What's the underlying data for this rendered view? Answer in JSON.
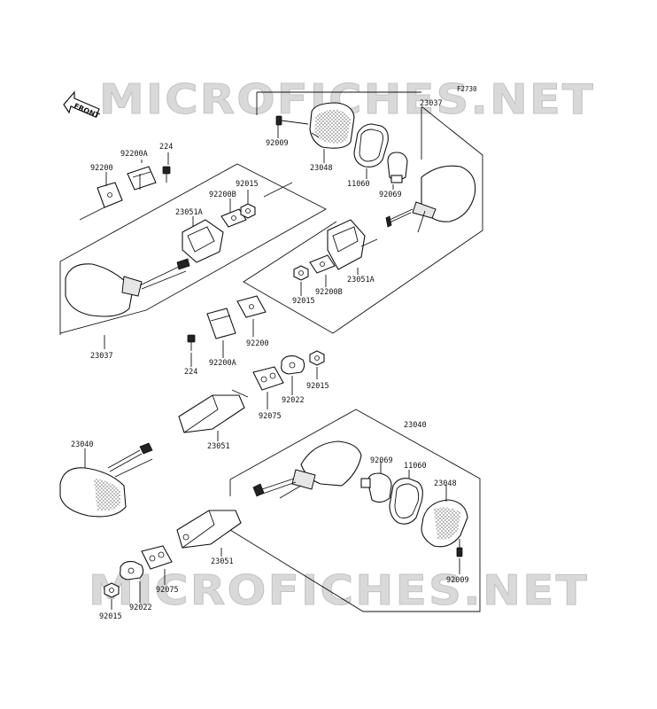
{
  "watermark": {
    "top": "MICROFICHES.NET",
    "bottom": "MICROFICHES.NET"
  },
  "diagram_code": "F2730",
  "front_label": "FRONT",
  "parts": {
    "p23037_upper": "23037",
    "p92009_upper": "92009",
    "p23048_upper": "23048",
    "p11060_upper": "11060",
    "p92069_upper": "92069",
    "p23051A_upper": "23051A",
    "p92015_upper": "92015",
    "p92200B_upper": "92200B",
    "p92200A_left": "92200A",
    "p224_left": "224",
    "p92200_left": "92200",
    "p23051A_left": "23051A",
    "p92200B_left": "92200B",
    "p92015_left": "92015",
    "p23037_left": "23037",
    "p92200_mid": "92200",
    "p224_mid": "224",
    "p92200A_mid": "92200A",
    "p92015_mid": "92015",
    "p92022_mid": "92022",
    "p92075_mid": "92075",
    "p23051_mid": "23051",
    "p23040_left": "23040",
    "p23040_right": "23040",
    "p92069_lower": "92069",
    "p11060_lower": "11060",
    "p23048_lower": "23048",
    "p92009_lower": "92009",
    "p23051_lower": "23051",
    "p92075_lower": "92075",
    "p92022_lower": "92022",
    "p92015_lower": "92015"
  }
}
